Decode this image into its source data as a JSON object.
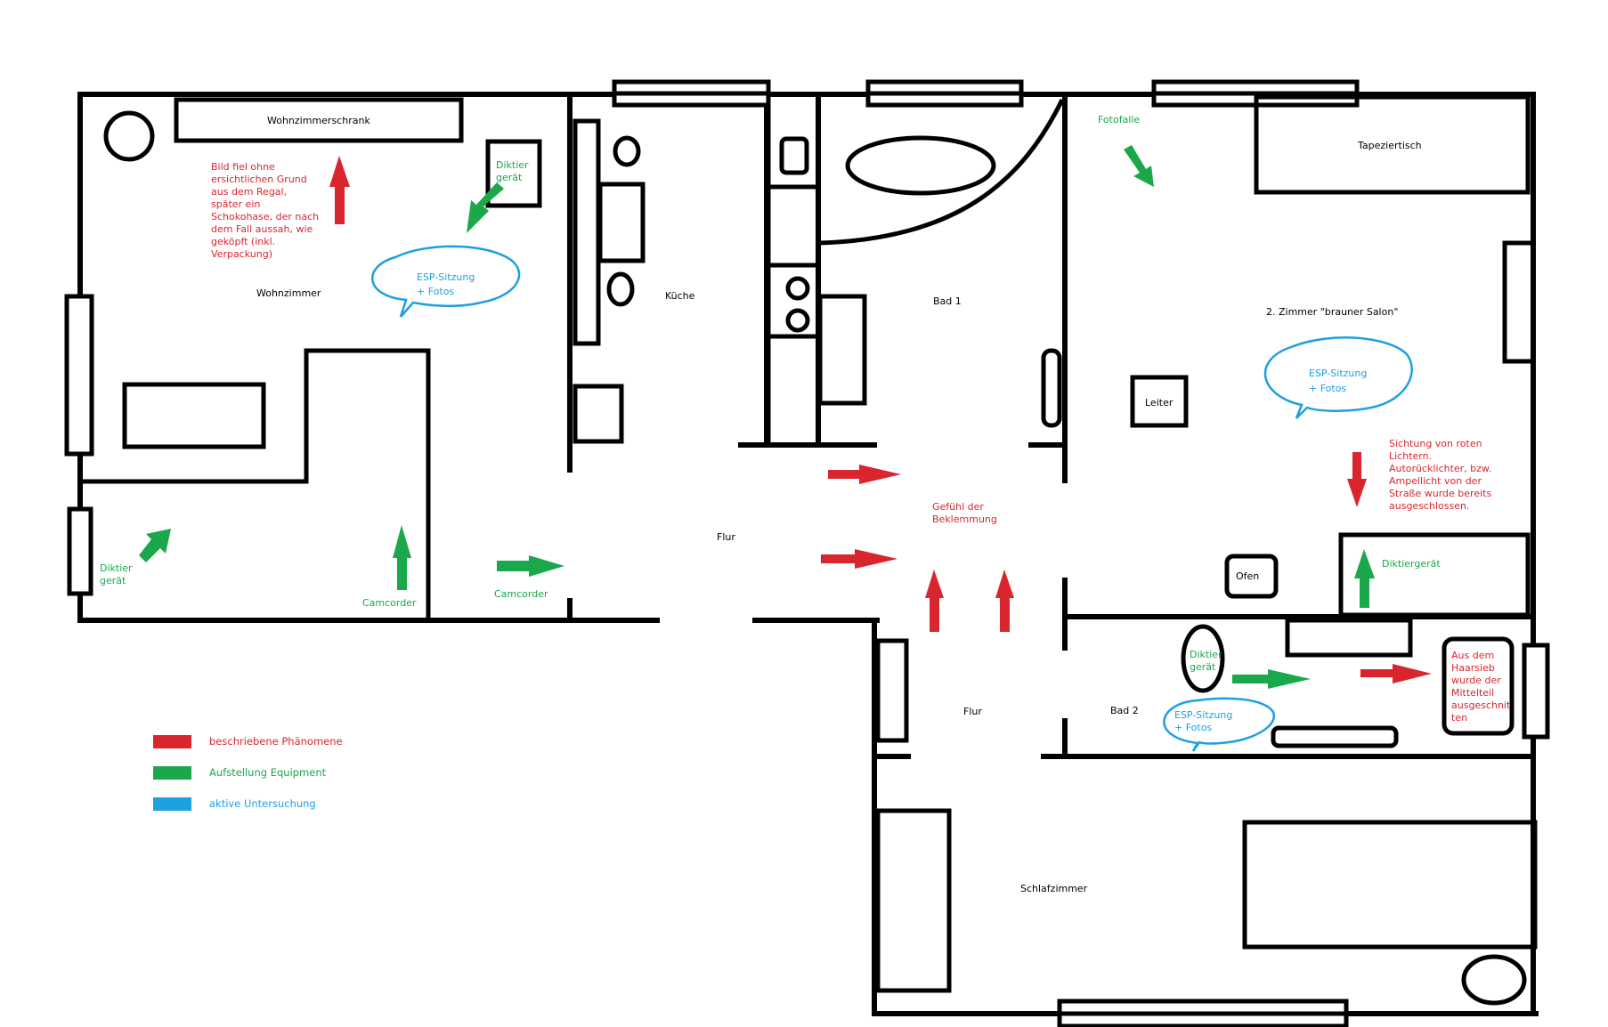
{
  "rooms": {
    "wohnzimmer": "Wohnzimmer",
    "kueche": "Küche",
    "bad1": "Bad 1",
    "brauner_salon": "2. Zimmer \"brauner Salon\"",
    "flur": "Flur",
    "bad2": "Bad 2",
    "schlafzimmer": "Schlafzimmer"
  },
  "furniture": {
    "wohnzimmerschrank": "Wohnzimmerschrank",
    "tapeziertisch": "Tapeziertisch",
    "leiter": "Leiter",
    "ofen": "Ofen"
  },
  "equipment": {
    "diktier_wz_top": [
      "Diktier",
      "gerät"
    ],
    "diktier_wz_bottom": [
      "Diktier",
      "gerät"
    ],
    "camcorder_wz": "Camcorder",
    "camcorder_flur": "Camcorder",
    "fotofalle": "Fotofalle",
    "diktiergeraet_salon": "Diktiergerät",
    "diktier_bad2": [
      "Diktier",
      "gerät"
    ]
  },
  "sessions": {
    "wohnzimmer": [
      "ESP-Sitzung",
      "+ Fotos"
    ],
    "salon": [
      "ESP-Sitzung",
      "+ Fotos"
    ],
    "bad2": [
      "ESP-Sitzung",
      "+ Fotos"
    ]
  },
  "phenomena": {
    "bild": [
      "Bild fiel ohne",
      "ersichtlichen Grund",
      "aus dem Regal,",
      "später ein",
      "Schokohase, der nach",
      "dem Fall aussah, wie",
      "geköpft (inkl.",
      "Verpackung)"
    ],
    "beklemmung": [
      "Gefühl der",
      "Beklemmung"
    ],
    "lichter": [
      "Sichtung von roten",
      "Lichtern.",
      "Autorücklichter, bzw.",
      "Ampellicht von der",
      "Straße wurde bereits",
      "ausgeschlossen."
    ],
    "haarsieb": [
      "Aus dem",
      "Haarsieb",
      "wurde der",
      "Mittelteil",
      "ausgeschnit",
      "ten"
    ]
  },
  "legend": [
    {
      "label": "beschriebene Phänomene",
      "color": "#d9262e"
    },
    {
      "label": "Aufstellung Equipment",
      "color": "#1aa84a"
    },
    {
      "label": "aktive Untersuchung",
      "color": "#1e9fe0"
    }
  ],
  "colors": {
    "walls": "#000000",
    "phenomena": "#d9262e",
    "equipment": "#1aa84a",
    "investigation": "#1e9fe0"
  }
}
